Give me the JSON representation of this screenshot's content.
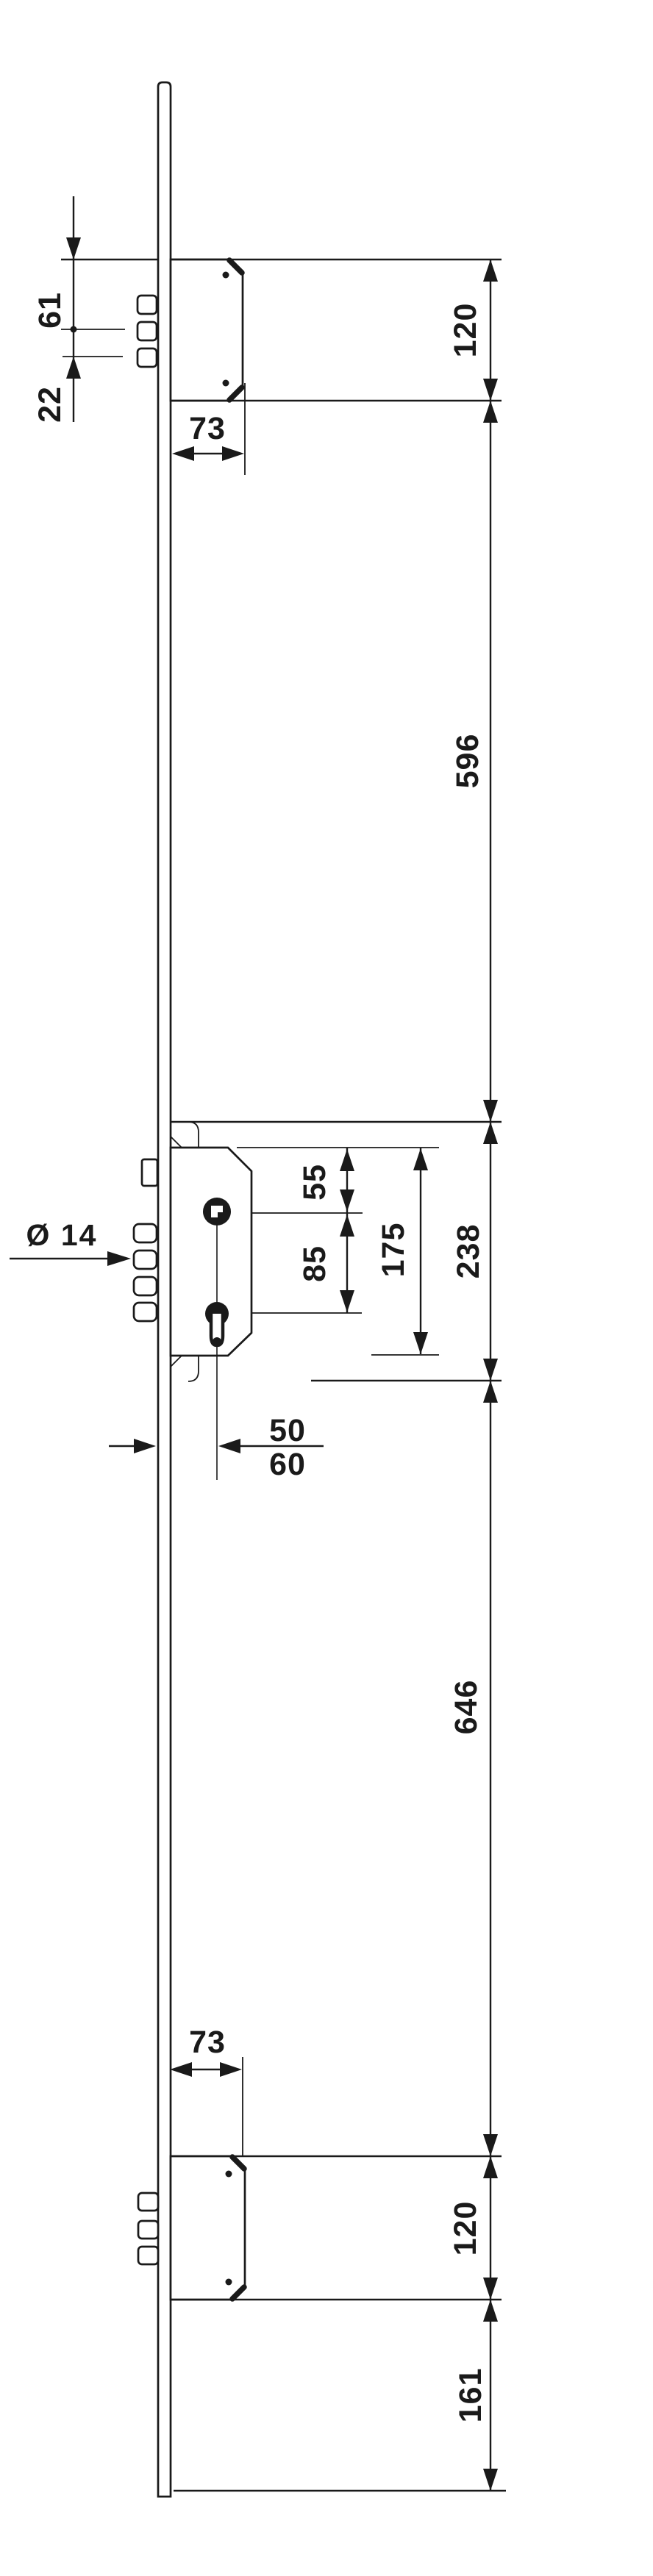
{
  "drawing": {
    "ink": "#1a1a1a",
    "paper": "#ffffff"
  },
  "dims": {
    "left": {
      "upper": "61",
      "lower": "22"
    },
    "top_box": {
      "width": "73"
    },
    "bottom_box": {
      "width": "73"
    },
    "main_case": {
      "bolt_diameter": "Ø 14",
      "follower_to_top": "55",
      "follower_to_cylinder": "85",
      "ref_height": "175",
      "backset_inner": "50",
      "backset_outer": "60"
    },
    "right_chain": [
      {
        "name": "top-box-height",
        "value": "120"
      },
      {
        "name": "upper-span",
        "value": "596"
      },
      {
        "name": "main-case-span",
        "value": "238"
      },
      {
        "name": "lower-span",
        "value": "646"
      },
      {
        "name": "bottom-box-height",
        "value": "120"
      },
      {
        "name": "bottom-offset",
        "value": "161"
      }
    ]
  }
}
